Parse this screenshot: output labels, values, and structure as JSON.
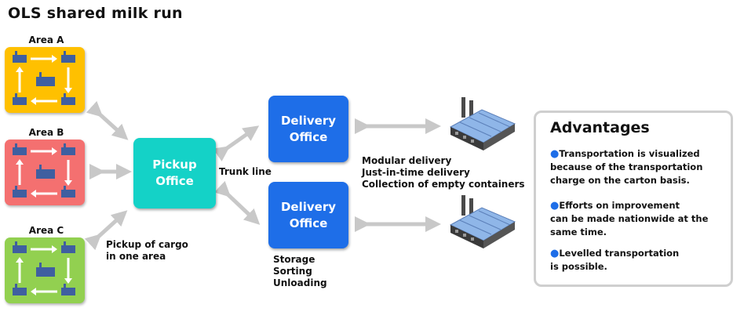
{
  "title": "OLS shared milk run",
  "areas": [
    {
      "label": "Area A",
      "color": "#ffc000"
    },
    {
      "label": "Area B",
      "color": "#f47070"
    },
    {
      "label": "Area C",
      "color": "#92d050"
    }
  ],
  "pickup": {
    "line1": "Pickup",
    "line2": "Office",
    "color": "#14d2c7"
  },
  "trunk_line": "Trunk line",
  "pickup_note": {
    "line1": "Pickup of cargo",
    "line2": "in one area"
  },
  "delivery": [
    {
      "line1": "Delivery",
      "line2": "Office",
      "color": "#1e6ee8"
    },
    {
      "line1": "Delivery",
      "line2": "Office",
      "color": "#1e6ee8"
    }
  ],
  "delivery_notes": [
    "Modular delivery",
    "Just-in-time delivery",
    "Collection of empty containers"
  ],
  "office_notes": [
    "Storage",
    "Sorting",
    "Unloading"
  ],
  "advantages": {
    "title": "Advantages",
    "items": [
      {
        "line1": "Transportation is visualized",
        "line2": "because of the transportation",
        "line3": "charge on the carton basis."
      },
      {
        "line1": "Efforts on improvement",
        "line2": "can be made nationwide at the",
        "line3": "same time."
      },
      {
        "line1": "Levelled transportation",
        "line2": "is possible.",
        "line3": ""
      }
    ]
  }
}
